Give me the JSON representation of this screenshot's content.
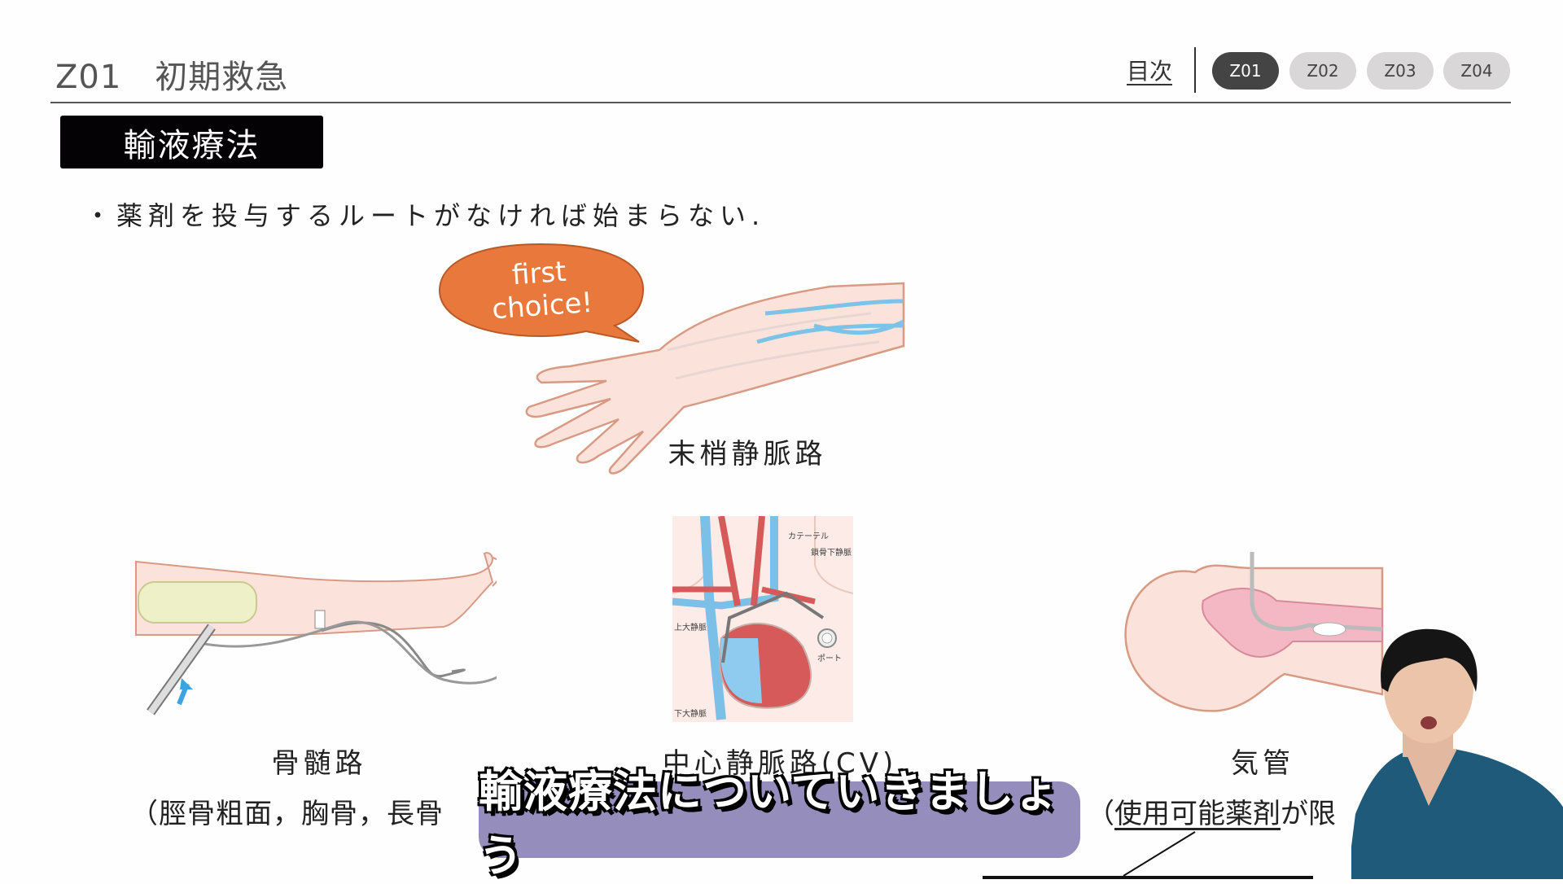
{
  "header": {
    "title": "Z01　初期救急",
    "toc_link": "目次",
    "tabs": [
      {
        "label": "Z01",
        "active": true
      },
      {
        "label": "Z02",
        "active": false
      },
      {
        "label": "Z03",
        "active": false
      },
      {
        "label": "Z04",
        "active": false
      }
    ]
  },
  "section": {
    "title": "輸液療法"
  },
  "bullet": "・薬剤を投与するルートがなければ始まらない.",
  "bubble": {
    "line1": "first",
    "line2": "choice!",
    "color": "#E8783C"
  },
  "routes": {
    "peripheral": "末梢静脈路",
    "intraosseous": "骨髄路",
    "intraosseous_sites": "（脛骨粗面，胸骨，長骨",
    "central": "中心静脈路(CV)",
    "trachea": "気管",
    "trachea_note_underlined": "使用可能薬剤",
    "trachea_note_rest": "が限"
  },
  "cv_diagram": {
    "catheter": "カテーテル",
    "subclavian": "鎖骨下静脈",
    "svc": "上大静脈",
    "ivc": "下大静脈",
    "port": "ポート"
  },
  "caption": {
    "text": "輸液療法についていきましょう",
    "bg": "#958EBD"
  }
}
